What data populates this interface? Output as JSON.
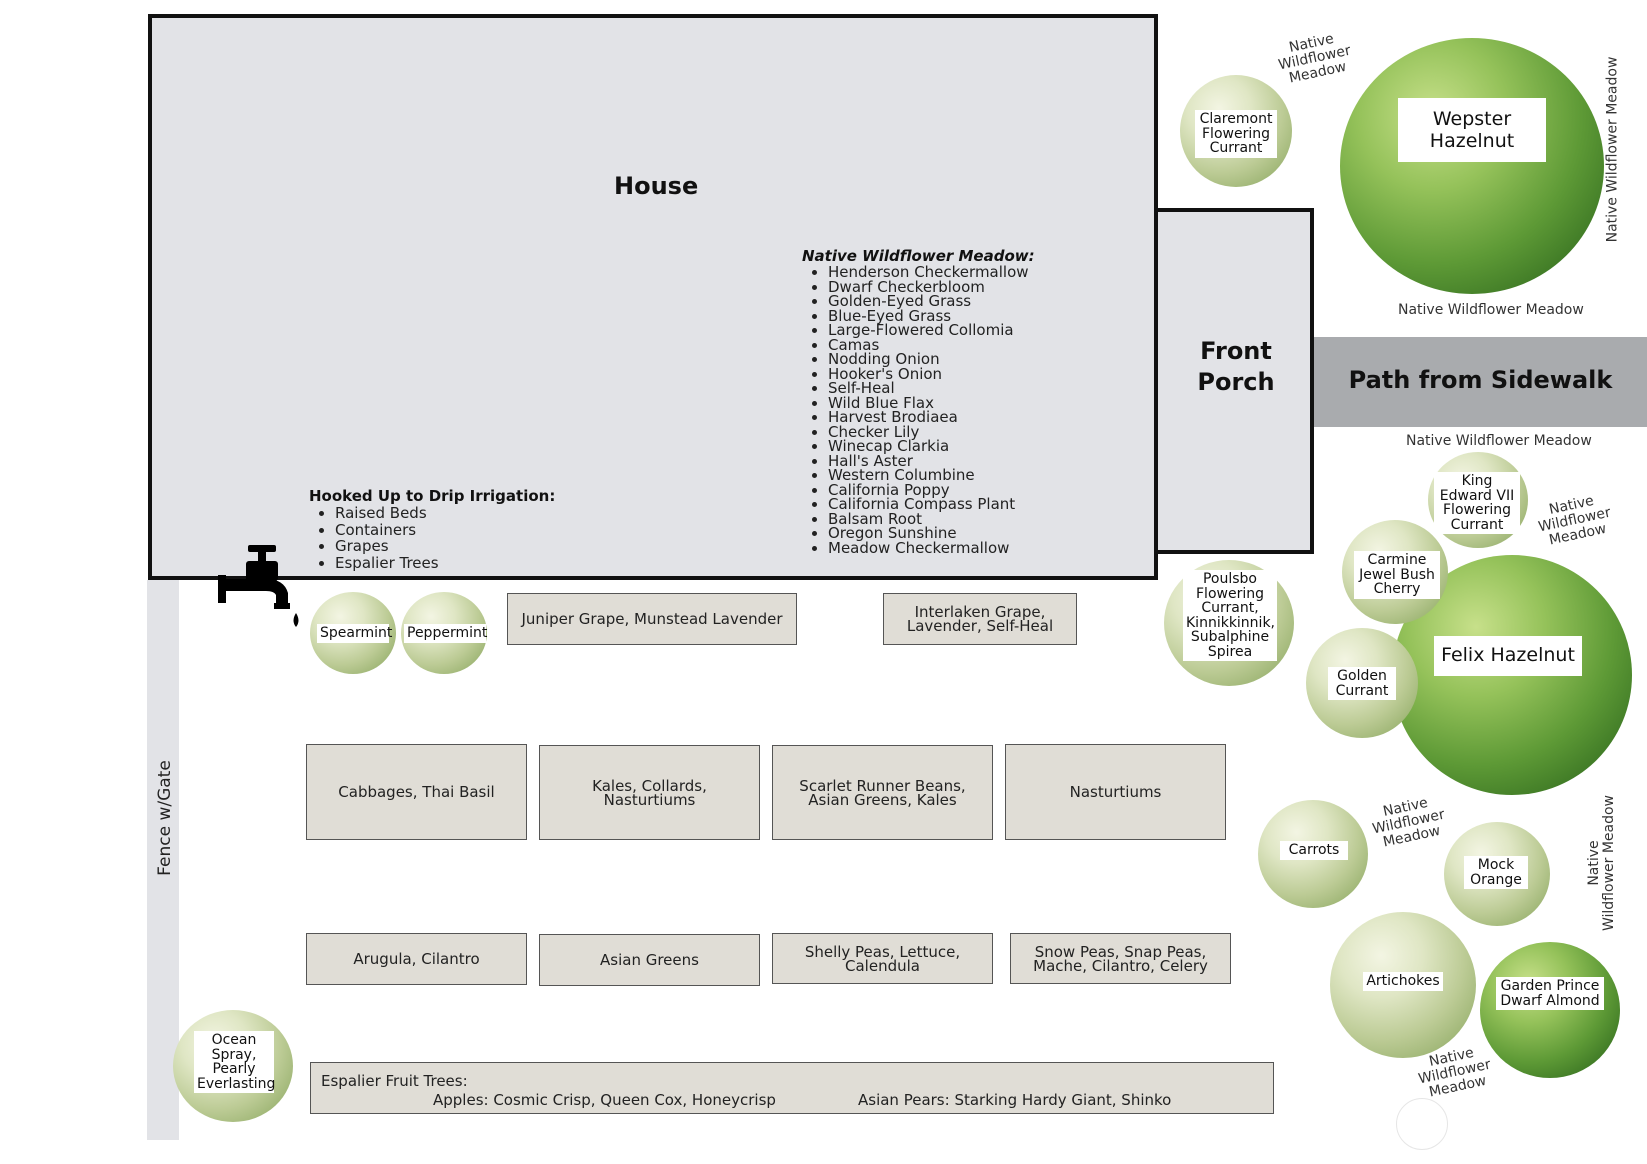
{
  "house": {
    "label": "House"
  },
  "porch": {
    "label_line1": "Front",
    "label_line2": "Porch"
  },
  "path": {
    "label": "Path from Sidewalk"
  },
  "fence": {
    "label": "Fence w/Gate"
  },
  "meadow_list": {
    "title": "Native Wildflower Meadow:",
    "items": [
      "Henderson Checkermallow",
      "Dwarf Checkerbloom",
      "Golden-Eyed Grass",
      "Blue-Eyed Grass",
      "Large-Flowered Collomia",
      "Camas",
      "Nodding Onion",
      "Hooker's Onion",
      "Self-Heal",
      "Wild Blue Flax",
      "Harvest Brodiaea",
      "Checker Lily",
      "Winecap Clarkia",
      "Hall's Aster",
      "Western Columbine",
      "California Poppy",
      "California Compass Plant",
      "Balsam Root",
      "Oregon Sunshine",
      "Meadow Checkermallow"
    ]
  },
  "drip_list": {
    "title": "Hooked Up to Drip Irrigation:",
    "items": [
      "Raised Beds",
      "Containers",
      "Grapes",
      "Espalier Trees"
    ]
  },
  "beds": {
    "juniper": "Juniper Grape, Munstead Lavender",
    "interlaken_1": "Interlaken Grape,",
    "interlaken_2": "Lavender, Self-Heal",
    "cabbages": "Cabbages, Thai Basil",
    "kales_1": "Kales, Collards,",
    "kales_2": "Nasturtiums",
    "scarlet_1": "Scarlet Runner Beans,",
    "scarlet_2": "Asian Greens, Kales",
    "nasturtiums": "Nasturtiums",
    "arugula": "Arugula, Cilantro",
    "asian_greens": "Asian Greens",
    "shelly_1": "Shelly Peas, Lettuce,",
    "shelly_2": "Calendula",
    "snow_1": "Snow Peas, Snap Peas,",
    "snow_2": "Mache, Cilantro, Celery",
    "espalier_title": "Espalier Fruit Trees:",
    "espalier_apples": "Apples: Cosmic Crisp, Queen Cox, Honeycrisp",
    "espalier_pears": "Asian Pears: Starking Hardy Giant, Shinko"
  },
  "plants": {
    "spearmint": "Spearmint",
    "peppermint": "Peppermint",
    "ocean_1": "Ocean",
    "ocean_2": "Spray,",
    "ocean_3": "Pearly",
    "ocean_4": "Everlasting",
    "claremont_1": "Claremont",
    "claremont_2": "Flowering",
    "claremont_3": "Currant",
    "wepster_1": "Wepster",
    "wepster_2": "Hazelnut",
    "poulsbo_1": "Poulsbo",
    "poulsbo_2": "Flowering",
    "poulsbo_3": "Currant,",
    "poulsbo_4": "Kinnikkinnik,",
    "poulsbo_5": "Subalphine",
    "poulsbo_6": "Spirea",
    "king_1": "King",
    "king_2": "Edward VII",
    "king_3": "Flowering",
    "king_4": "Currant",
    "carmine_1": "Carmine",
    "carmine_2": "Jewel Bush",
    "carmine_3": "Cherry",
    "golden_1": "Golden",
    "golden_2": "Currant",
    "felix": "Felix Hazelnut",
    "carrots": "Carrots",
    "mock_1": "Mock",
    "mock_2": "Orange",
    "artichokes": "Artichokes",
    "almond_1": "Garden Prince",
    "almond_2": "Dwarf Almond"
  },
  "meadow_labels": {
    "line1": "Native",
    "line2": "Wildflower",
    "line3": "Meadow",
    "full": "Native Wildflower Meadow",
    "vert_2": "Wildflower Meadow"
  },
  "colors": {
    "house_fill": "#e2e3e7",
    "path_fill": "#a9abae",
    "bed_fill": "#e0ddd6",
    "outline": "#111111"
  },
  "icons": {
    "faucet": "faucet-icon"
  }
}
